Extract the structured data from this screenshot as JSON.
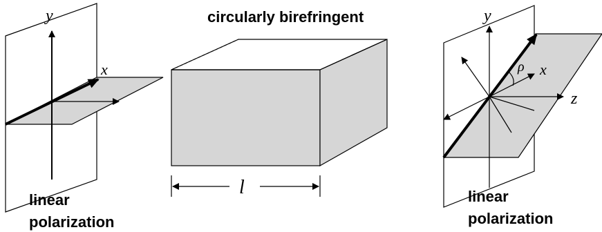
{
  "title": "circularly birefringent",
  "left_caption": {
    "line1": "linear",
    "line2": "polarization"
  },
  "right_caption": {
    "line1": "linear",
    "line2": "polarization"
  },
  "axes": {
    "y": "y",
    "x": "x",
    "z": "z"
  },
  "rotation_angle_symbol": "ρ",
  "length_symbol": "l",
  "colors": {
    "shade": "#d6d6d6",
    "line": "#000000"
  }
}
